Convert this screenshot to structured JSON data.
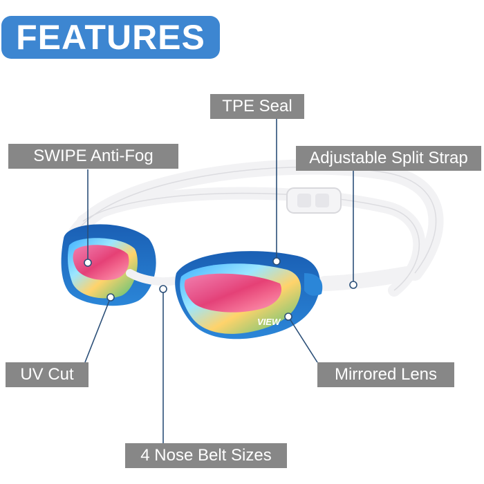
{
  "title": "FEATURES",
  "labels": {
    "tpe_seal": "TPE Seal",
    "anti_fog": "SWIPE Anti-Fog",
    "split_strap": "Adjustable Split Strap",
    "uv_cut": "UV Cut",
    "mirrored_lens": "Mirrored Lens",
    "nose_belt": "4 Nose Belt Sizes"
  },
  "brand_mark": "VIEW",
  "colors": {
    "title_bg": "#3d86d1",
    "label_bg": "#878787",
    "callout_line": "#2b4f78",
    "frame_blue": "#1f6fbf",
    "strap": "#f2f2f4"
  }
}
